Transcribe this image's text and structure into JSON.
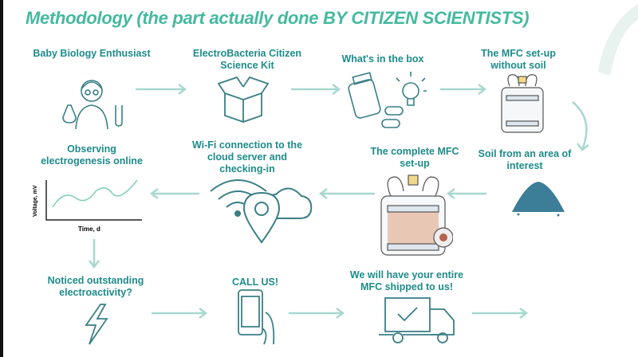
{
  "title": "Methodology (the part actually done BY CITIZEN SCIENTISTS)",
  "steps": [
    {
      "label": "Baby Biology Enthusiast",
      "icon": "scientist-icon"
    },
    {
      "label": "ElectroBacteria Citizen Science Kit",
      "icon": "box-icon"
    },
    {
      "label": "What's in the box",
      "icon": "kit-contents-icon"
    },
    {
      "label": "The MFC set-up without soil",
      "icon": "mfc-jar-icon"
    },
    {
      "label": "Soil from an area of interest",
      "icon": "soil-pile-icon"
    },
    {
      "label": "The complete MFC set-up",
      "icon": "mfc-complete-icon"
    },
    {
      "label": "Wi-Fi connection to the cloud server and checking-in",
      "icon": "wifi-cloud-location-icon"
    },
    {
      "label": "Observing electrogenesis online",
      "icon": "voltage-graph-icon"
    },
    {
      "label": "Noticed outstanding electroactivity?",
      "icon": "lightning-icon"
    },
    {
      "label": "CALL US!",
      "icon": "phone-icon"
    },
    {
      "label": "We will have your entire MFC shipped to us!",
      "icon": "delivery-truck-icon"
    }
  ],
  "graph": {
    "ylabel": "Voltage, mV",
    "xlabel": "Time, d"
  },
  "colors": {
    "title": "#45b99f",
    "label": "#1d8c8a",
    "arrow": "#a8d8d0",
    "icon": "#3a7f86"
  }
}
